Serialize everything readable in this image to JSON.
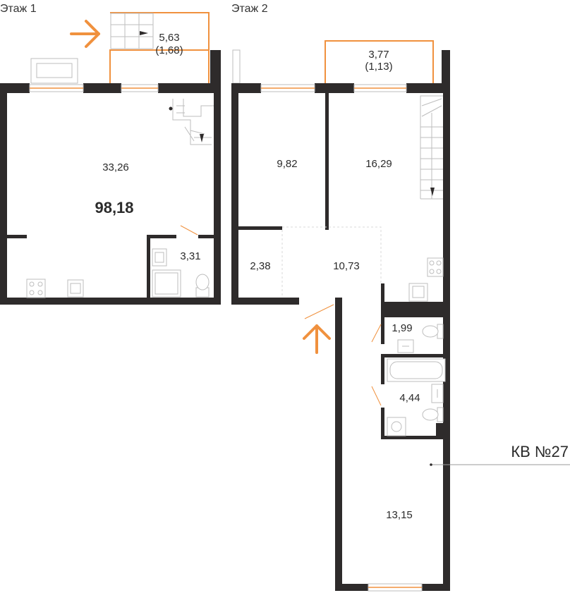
{
  "floors": {
    "floor1": {
      "title": "Этаж 1"
    },
    "floor2": {
      "title": "Этаж 2"
    }
  },
  "total_area": "98,18",
  "apartment_label": "КВ №27",
  "rooms": {
    "floor1": {
      "terrace_area": "5,63",
      "terrace_reduced": "(1,68)",
      "living_area": "33,26",
      "bathroom_area": "3,31"
    },
    "floor2": {
      "balcony_area": "3,77",
      "balcony_reduced": "(1,13)",
      "bedroom_small_area": "9,82",
      "bedroom_large_area": "16,29",
      "storage_area": "2,38",
      "hall_area": "10,73",
      "toilet_area": "1,99",
      "bathroom_area": "4,44",
      "corridor_room_area": "13,15"
    }
  },
  "colors": {
    "wall": "#2e2b2b",
    "accent": "#f0913e",
    "fixture_line": "#bdbdbd",
    "text": "#2b2b2b"
  },
  "icons": {
    "entrance_arrow_floor1": "arrow-right-icon",
    "entrance_arrow_floor2": "arrow-up-icon"
  }
}
